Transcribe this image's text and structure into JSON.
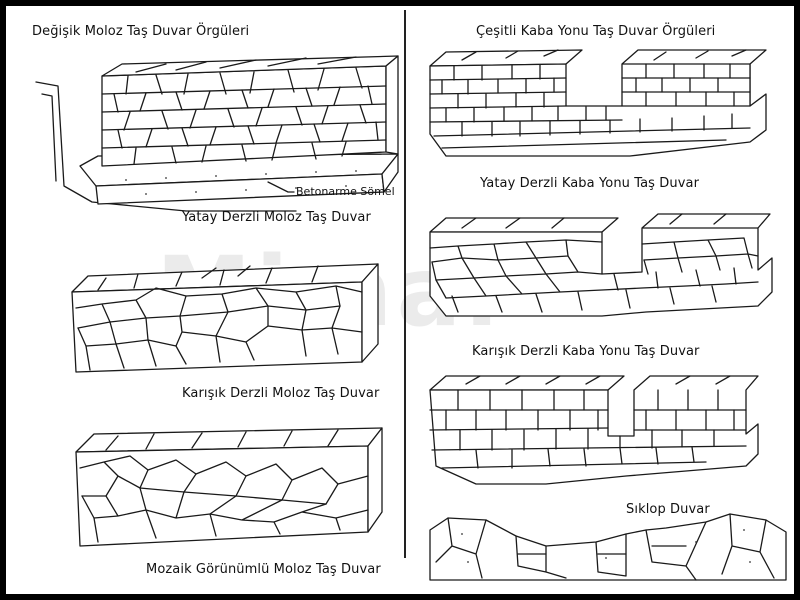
{
  "left_column": {
    "heading": "Değişik Moloz Taş Duvar Örgüleri",
    "panels": [
      {
        "caption": "Yatay Derzli Moloz Taş Duvar",
        "callout": "Betonarme Sömel"
      },
      {
        "caption": "Karışık Derzli Moloz Taş Duvar"
      },
      {
        "caption": "Mozaik Görünümlü Moloz Taş Duvar"
      }
    ]
  },
  "right_column": {
    "heading": "Çeşitli Kaba Yonu Taş Duvar Örgüleri",
    "panels": [
      {
        "caption": "Yatay Derzli Kaba Yonu Taş Duvar"
      },
      {
        "caption": "Karışık Derzli Kaba Yonu Taş Duvar"
      },
      {
        "caption": "Sıklop Duvar"
      }
    ]
  },
  "watermark": "Mimar",
  "colors": {
    "background": "#ffffff",
    "frame": "#000000",
    "ink": "#1a1a1a"
  }
}
